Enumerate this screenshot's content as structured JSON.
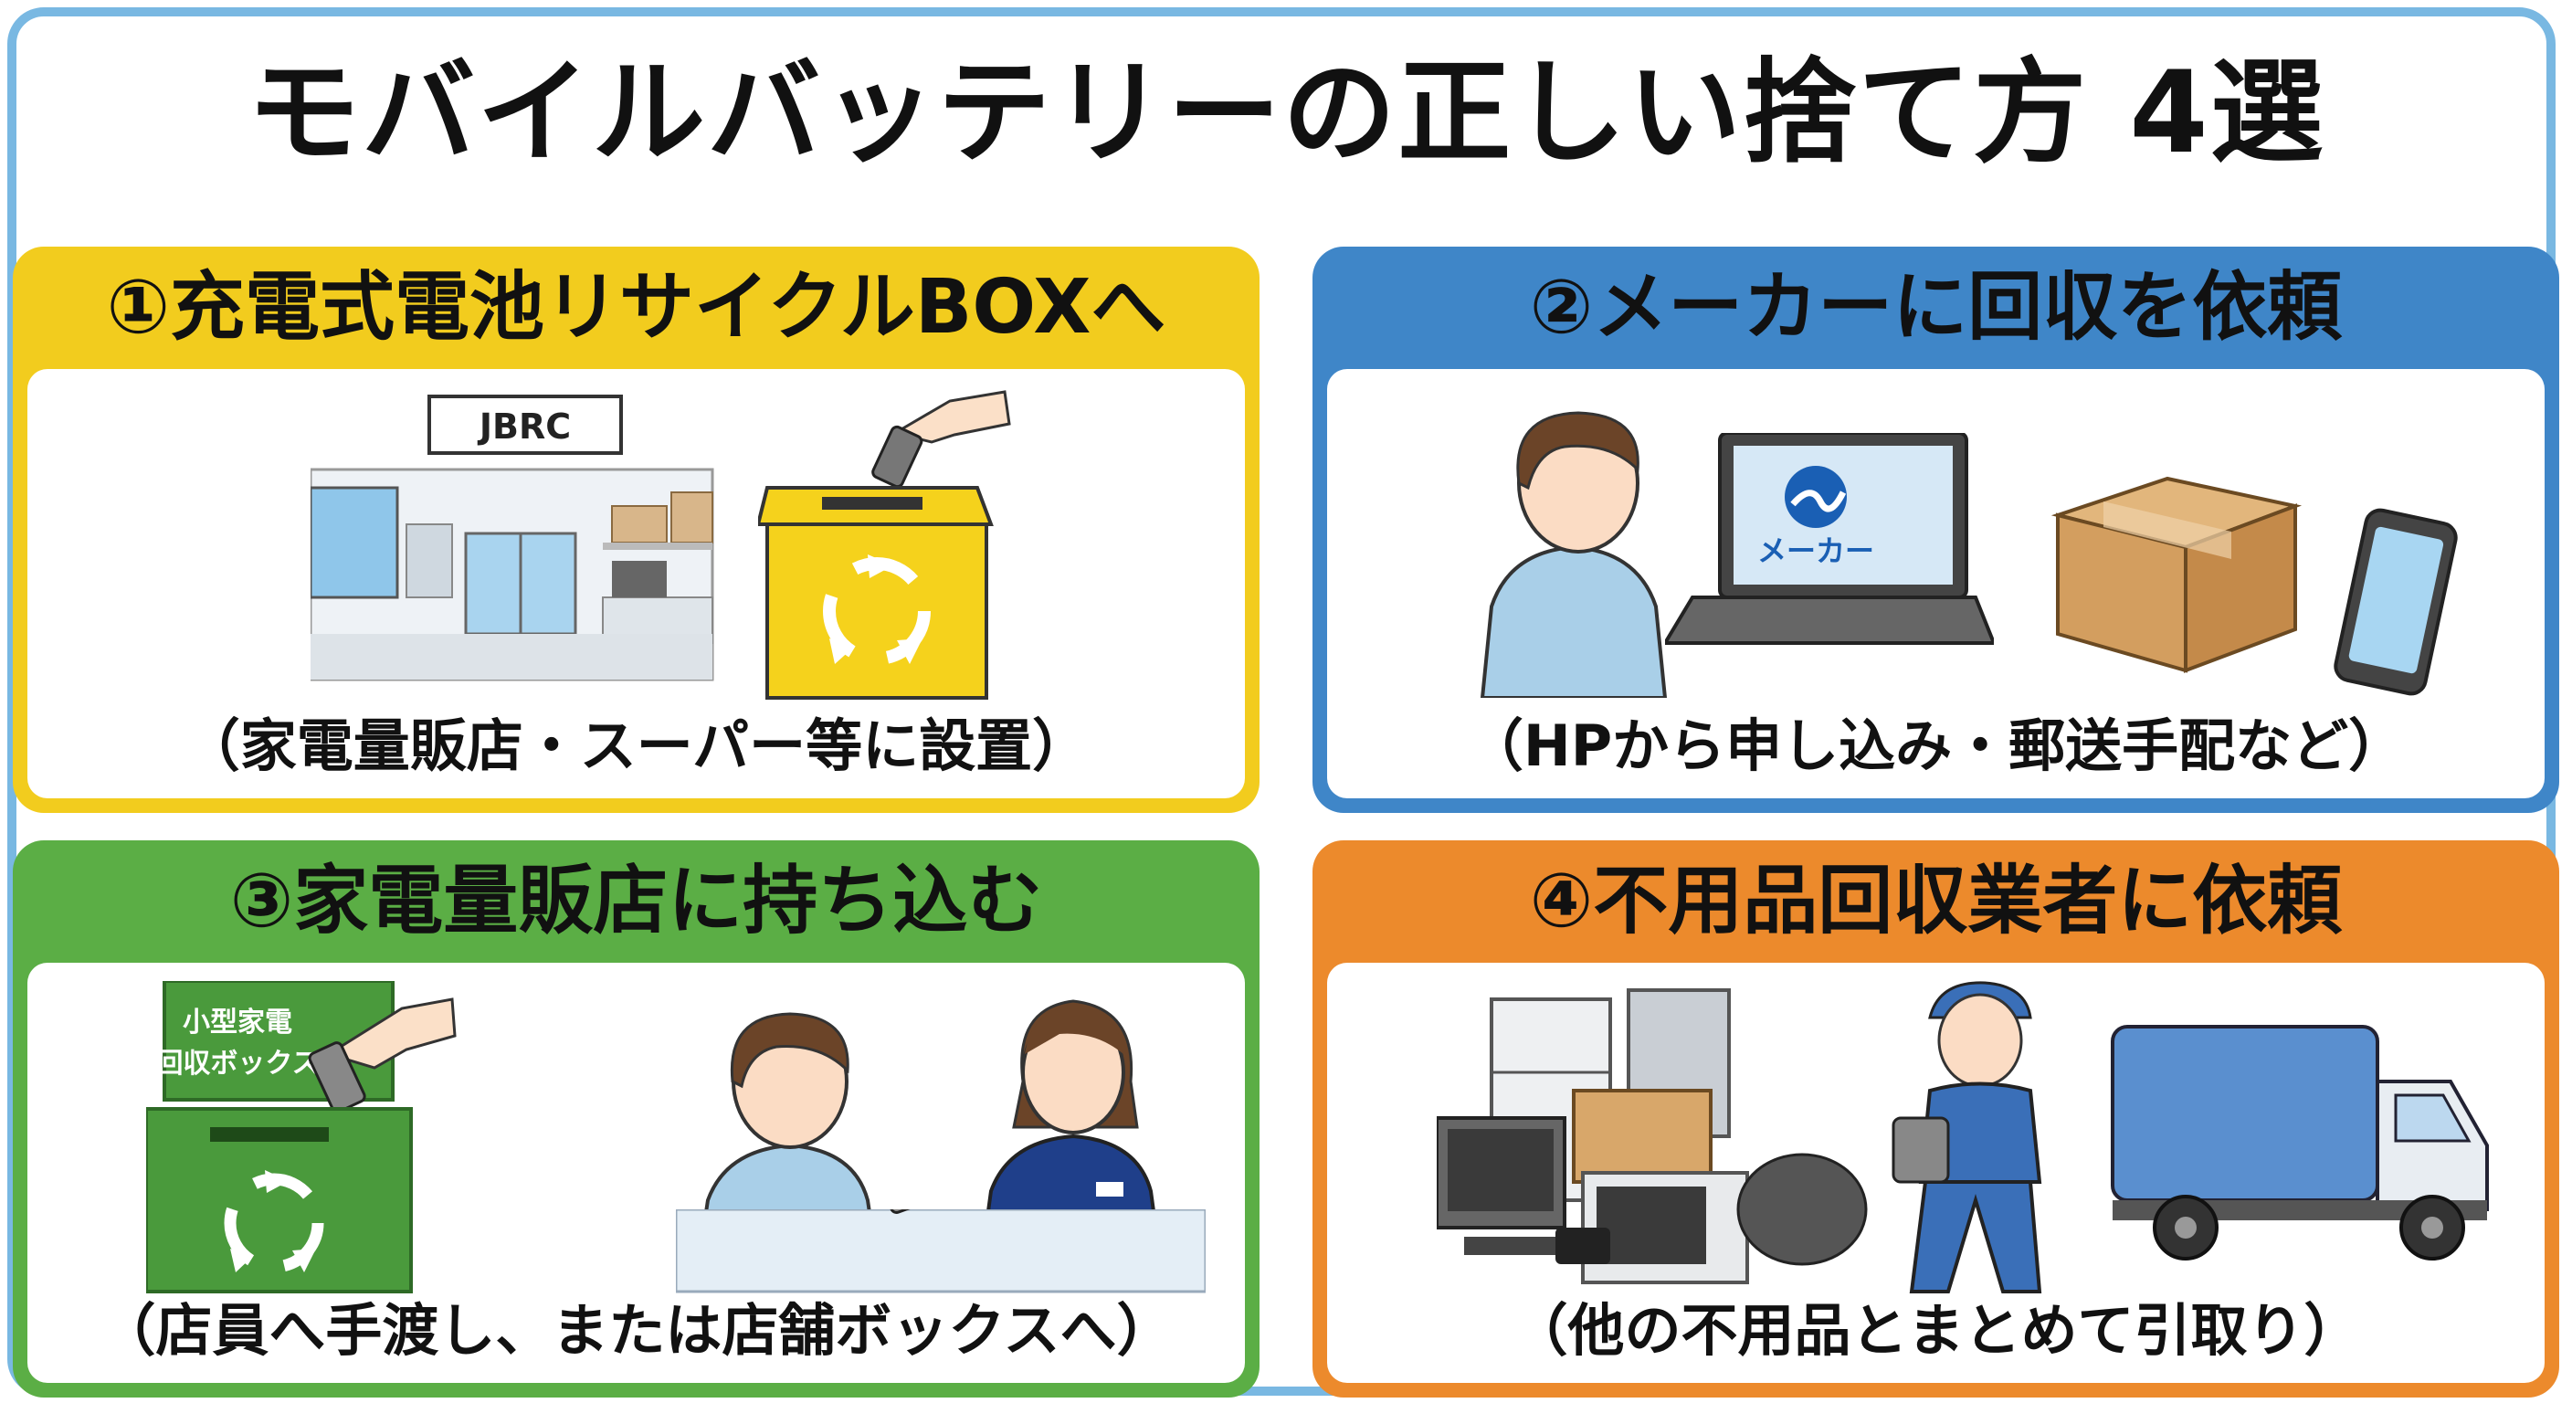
{
  "title": "モバイルバッテリーの正しい捨て方 4選",
  "colors": {
    "frame": "#79b8e2",
    "card1": "#f2cc1e",
    "card2": "#3f86c8",
    "card3": "#5bae45",
    "card4": "#ec8a2c"
  },
  "cards": [
    {
      "heading": "①充電式電池リサイクルBOXへ",
      "caption": "（家電量販店・スーパー等に設置）",
      "store_sign": "JBRC",
      "icons": [
        "store-icon",
        "recycle-box-icon",
        "hand-icon",
        "recycle-icon"
      ]
    },
    {
      "heading": "②メーカーに回収を依頼",
      "caption": "（HPから申し込み・郵送手配など）",
      "laptop_label": "メーカー",
      "icons": [
        "person-icon",
        "laptop-icon",
        "box-icon",
        "smartphone-icon"
      ]
    },
    {
      "heading": "③家電量販店に持ち込む",
      "caption": "（店員へ手渡し、または店舗ボックスへ）",
      "box_label_line1": "小型家電",
      "box_label_line2": "回収ボックス",
      "icons": [
        "collection-box-icon",
        "recycle-icon",
        "customer-icon",
        "clerk-icon"
      ]
    },
    {
      "heading": "④不用品回収業者に依頼",
      "caption": "（他の不用品とまとめて引取り）",
      "icons": [
        "junk-pile-icon",
        "worker-icon",
        "truck-icon"
      ]
    }
  ]
}
